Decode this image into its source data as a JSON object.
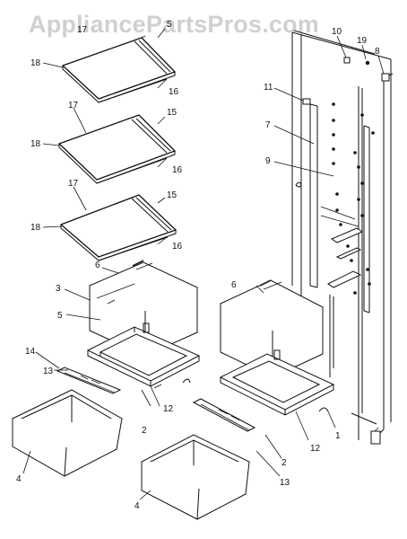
{
  "watermark": "AppliancePartsPros.com",
  "callouts": {
    "c17a": "17",
    "c5": "5",
    "c18a": "18",
    "c16a": "16",
    "c17b": "17",
    "c15a": "15",
    "c18b": "18",
    "c16b": "16",
    "c17c": "17",
    "c15b": "15",
    "c18c": "18",
    "c16c": "16",
    "c6a": "6",
    "c3": "3",
    "c5b": "5",
    "c14": "14",
    "c13a": "13",
    "c12a": "12",
    "c2a": "2",
    "c4a": "4",
    "c6b": "6",
    "c12b": "12",
    "c1": "1",
    "c2b": "2",
    "c13b": "13",
    "c4b": "4",
    "c10": "10",
    "c19": "19",
    "c8": "8",
    "c11": "11",
    "c7": "7",
    "c9": "9"
  }
}
